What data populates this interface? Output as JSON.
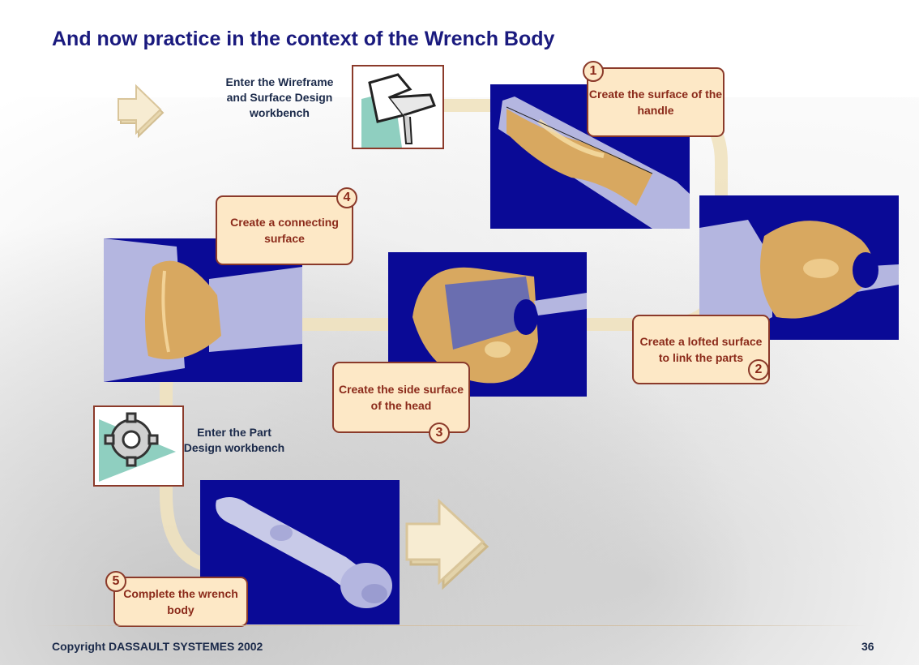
{
  "title": "And now practice in the context of the Wrench Body",
  "workbenches": {
    "wireframe": "Enter the Wireframe and Surface Design workbench",
    "part_design": "Enter the Part Design workbench"
  },
  "steps": [
    {
      "number": "1",
      "label": "Create the surface of the handle"
    },
    {
      "number": "2",
      "label": "Create a lofted surface to link the parts"
    },
    {
      "number": "3",
      "label": "Create the side surface of the head"
    },
    {
      "number": "4",
      "label": "Create a connecting surface"
    },
    {
      "number": "5",
      "label": "Complete the wrench body"
    }
  ],
  "footer": {
    "copyright": "Copyright DASSAULT SYSTEMES 2002",
    "page_number": "36"
  },
  "colors": {
    "title": "#1a1a7e",
    "step_text": "#8b2a1a",
    "step_fill": "#fde8c6",
    "step_border": "#8b3a2a",
    "viewport_bg": "#0a0a96",
    "surface": "#d8a860",
    "solid": "#b4b6e0",
    "path": "#efe2bf"
  },
  "icons": [
    "arrow-bullet-icon",
    "wireframe-workbench-icon",
    "part-design-workbench-icon",
    "arrow-bullet-icon"
  ]
}
